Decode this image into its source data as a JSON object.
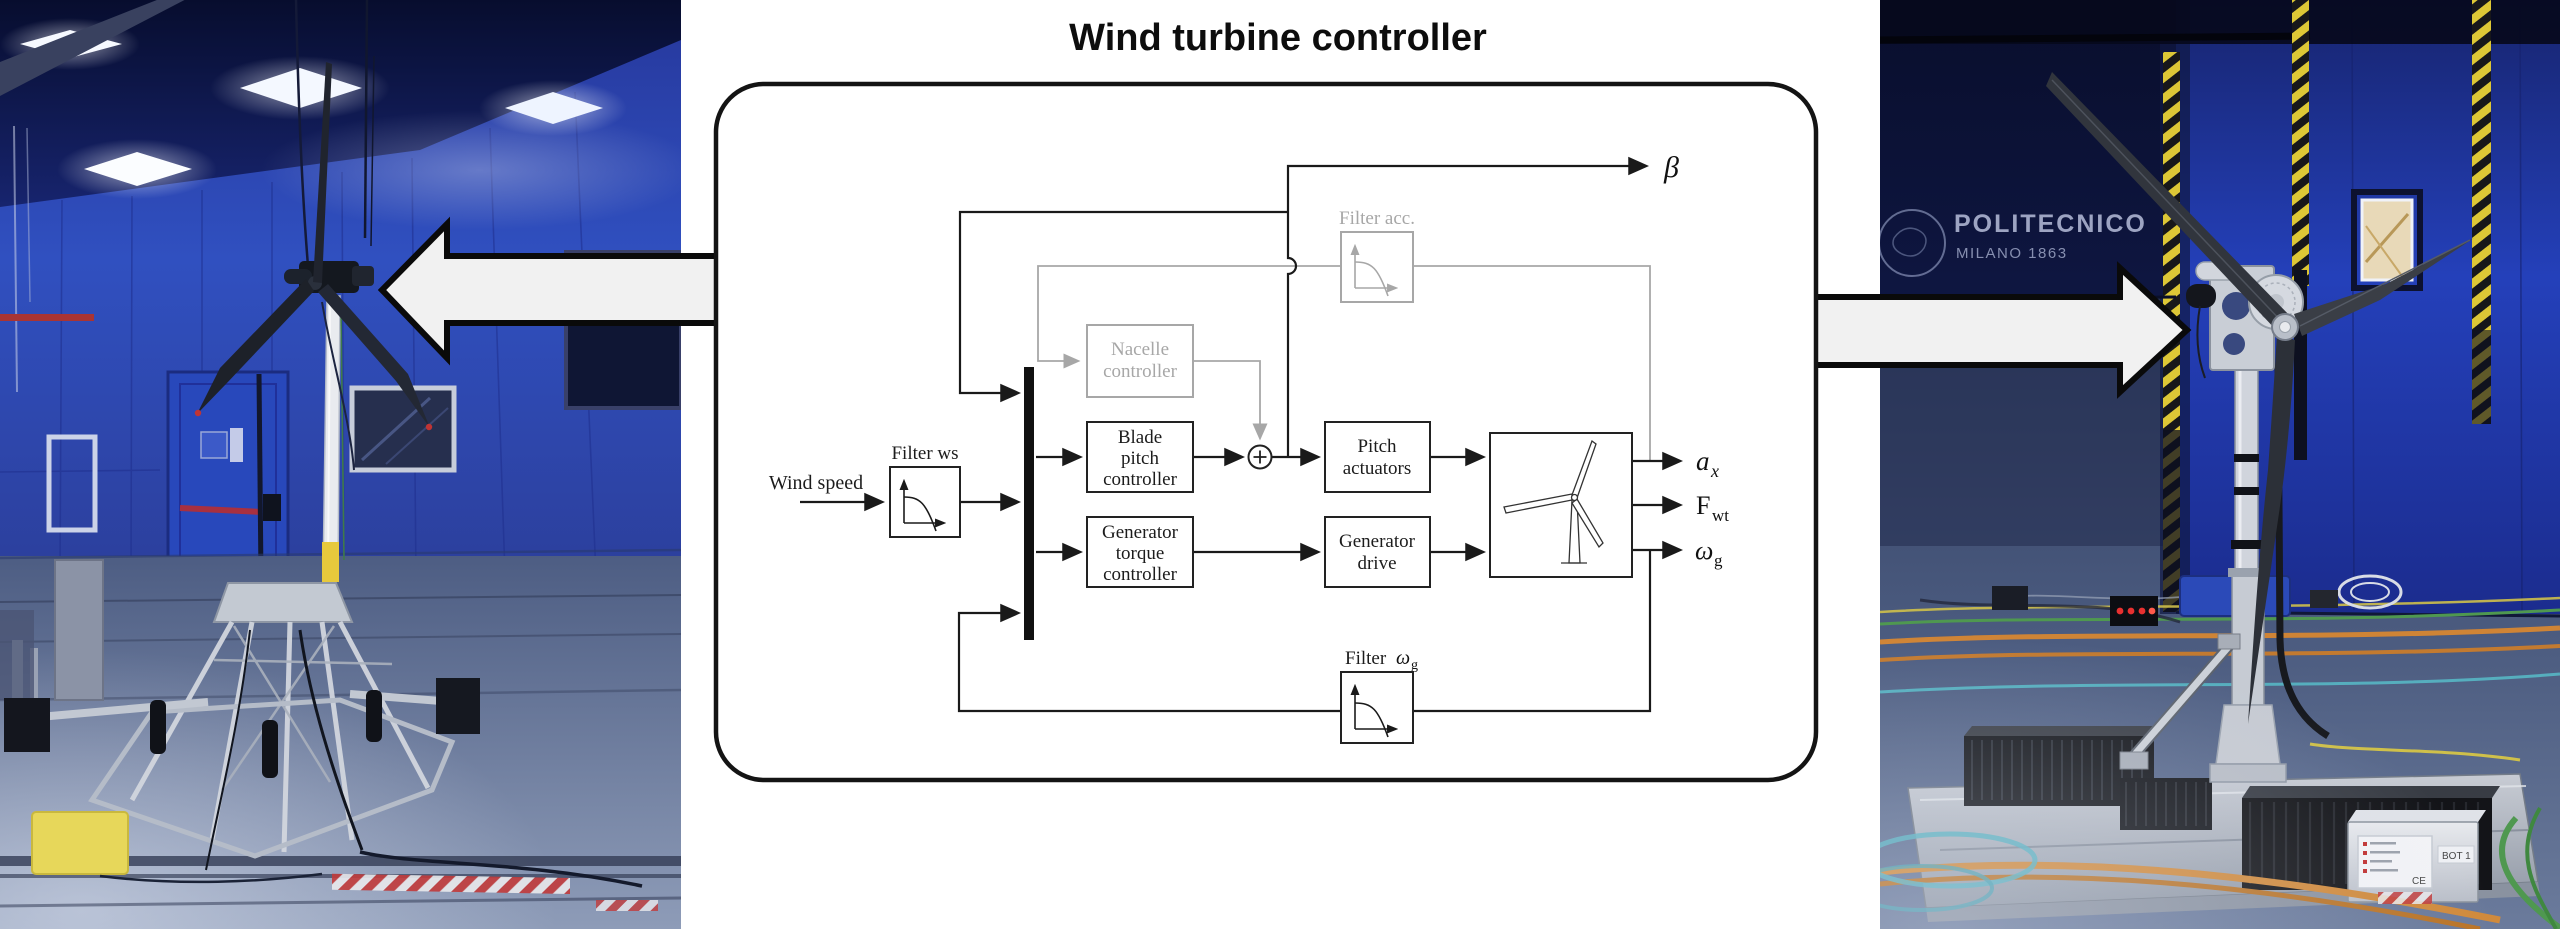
{
  "figure_title": "Wind turbine controller",
  "diagram": {
    "input": {
      "wind_speed": "Wind speed"
    },
    "filters": {
      "ws": {
        "label": "Filter ws"
      },
      "acc": {
        "label": "Filter acc."
      },
      "wg": {
        "word": "Filter",
        "symbol": "ω",
        "sub": "g"
      }
    },
    "blocks": {
      "blade_pitch": {
        "lines": [
          "Blade",
          "pitch",
          "controller"
        ]
      },
      "generator_torque": {
        "lines": [
          "Generator",
          "torque",
          "controller"
        ]
      },
      "pitch_actuators": {
        "lines": [
          "Pitch",
          "actuators"
        ]
      },
      "generator_drive": {
        "lines": [
          "Generator",
          "drive"
        ]
      },
      "nacelle": {
        "lines": [
          "Nacelle",
          "controller"
        ]
      }
    },
    "outputs": {
      "beta": "β",
      "ax": {
        "base": "a",
        "sub": "x"
      },
      "fwt": {
        "base": "F",
        "sub": "wt"
      },
      "wg": {
        "base": "ω",
        "sub": "g"
      }
    },
    "colors": {
      "active": "#1a1a1a",
      "inactive": "#a7a7a7"
    }
  },
  "arrows": {
    "fill": "#f1f1f1",
    "outline": "#0a0a0a"
  },
  "photo_right": {
    "logo": {
      "line1": "POLITECNICO",
      "line2": "MILANO 1863"
    },
    "device_labels": {
      "ce": "CE",
      "bot": "BOT 1"
    }
  },
  "lab_colors": {
    "wall_blue": "#2c41ad",
    "ceiling_navy": "#0d1440",
    "floor_blue_gray": "#5c6e92",
    "hazard_yellow": "#ddc736"
  }
}
